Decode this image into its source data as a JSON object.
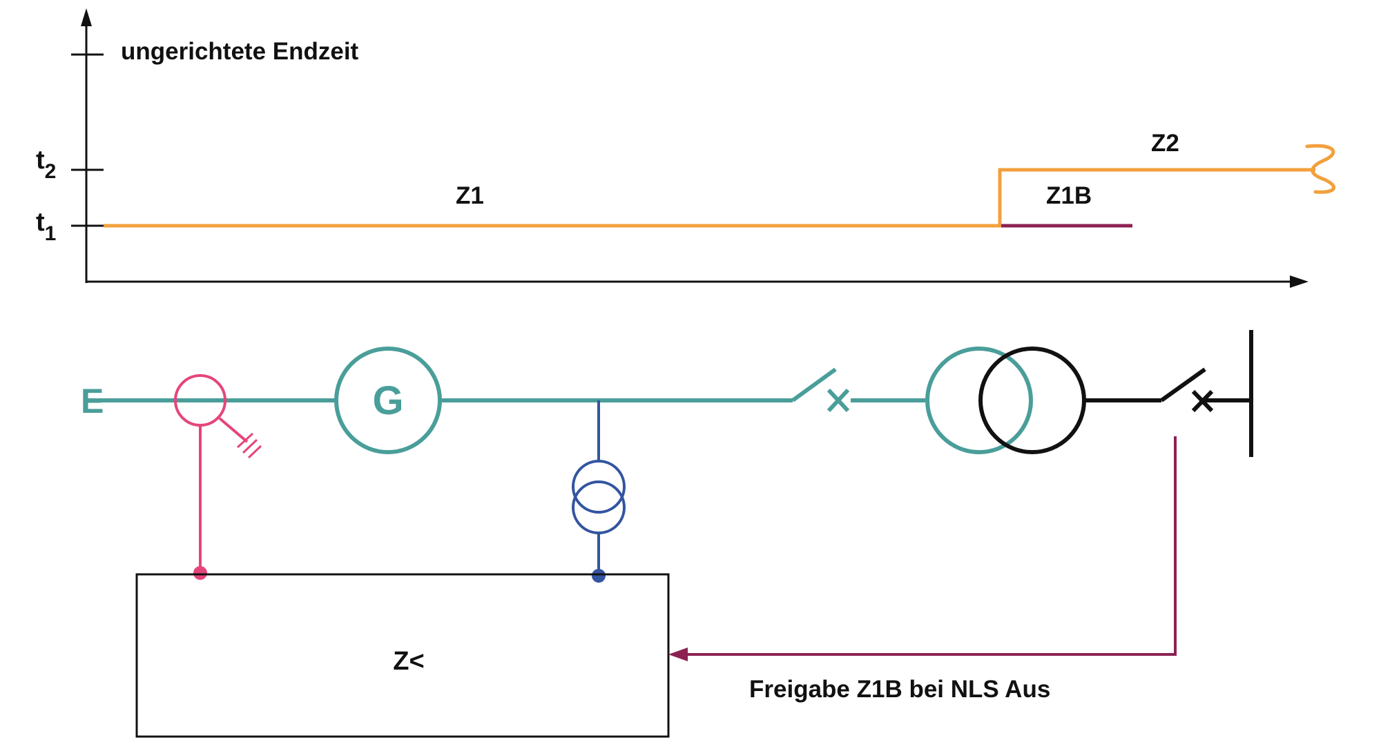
{
  "timing_chart": {
    "y_axis": {
      "label_endzeit": "ungerichtete Endzeit",
      "tick_t2": {
        "base": "t",
        "sub": "2"
      },
      "tick_t1": {
        "base": "t",
        "sub": "1"
      }
    },
    "zones": [
      {
        "label": "Z1",
        "level": "t1",
        "color": "#F2A03D"
      },
      {
        "label": "Z2",
        "level": "t2",
        "color": "#F2A03D"
      },
      {
        "label": "Z1B",
        "level": "t1",
        "color": "#8B2252"
      }
    ]
  },
  "single_line": {
    "colors": {
      "line": "#4A9E9A",
      "ground_fault_ct": "#E5457A",
      "voltage_transformer": "#3355A0",
      "release_signal": "#8B2252",
      "grid": "#111111"
    },
    "earth_label": "E",
    "generator_label": "G",
    "relay_label": "Z<",
    "release_text": "Freigabe Z1B bei NLS Aus"
  }
}
